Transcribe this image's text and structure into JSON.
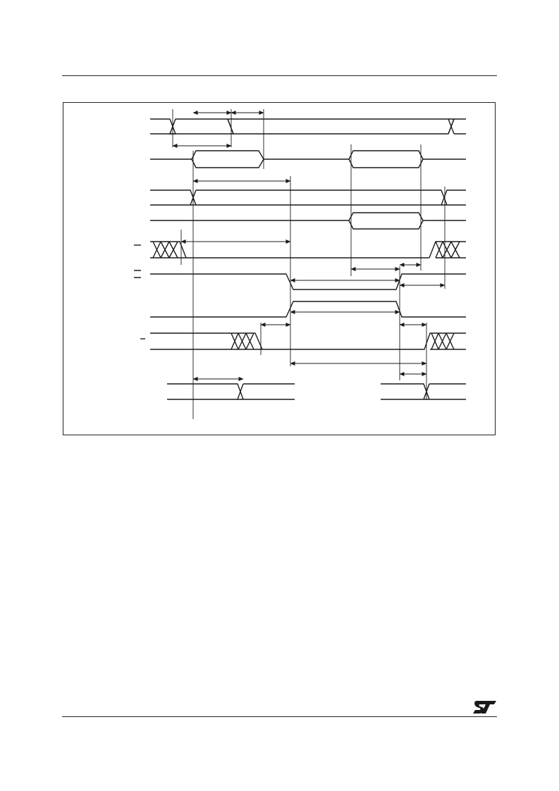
{
  "page": {
    "logo": {
      "name": "st-logo",
      "text": "ST",
      "color": "#1a1a1a"
    }
  },
  "diagram": {
    "type": "timing-waveform",
    "colors": {
      "line": "#1a1a1a",
      "frame": "#222222",
      "background": "#ffffff"
    },
    "signals": [
      {
        "id": "row1",
        "style": "bus-transitions"
      },
      {
        "id": "row2",
        "style": "bus-pulses"
      },
      {
        "id": "row3",
        "style": "bus-transitions"
      },
      {
        "id": "row4",
        "style": "bus-pulse"
      },
      {
        "id": "row5",
        "style": "dont-care-windows",
        "overbar_mark": true
      },
      {
        "id": "row6",
        "style": "active-low-pulse",
        "overbar_mark": true
      },
      {
        "id": "row7",
        "style": "active-high-pulse"
      },
      {
        "id": "row8",
        "style": "dont-care-windows",
        "overbar_mark": true
      },
      {
        "id": "row9",
        "style": "two-bus-segments"
      }
    ]
  }
}
